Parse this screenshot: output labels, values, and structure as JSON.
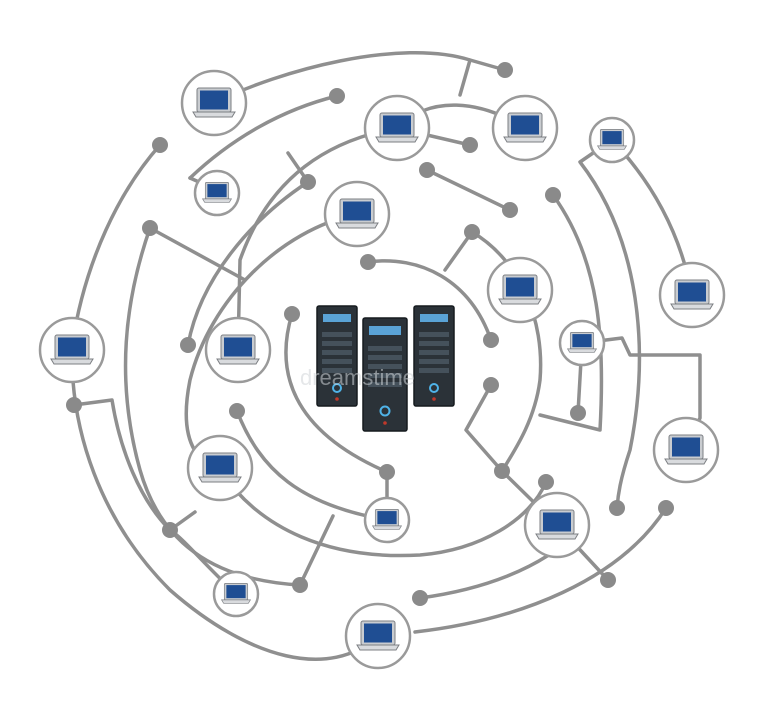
{
  "diagram": {
    "watermark": "dreamstime",
    "colors": {
      "wire": "#8f8f8f",
      "screen": "#1f4e93",
      "server": "#2b3238",
      "server_accent": "#5aa3d6"
    },
    "node_icon": "laptop-icon",
    "hub_icon": "server-rack-icon",
    "laptop_count": 17,
    "server_count": 3
  }
}
